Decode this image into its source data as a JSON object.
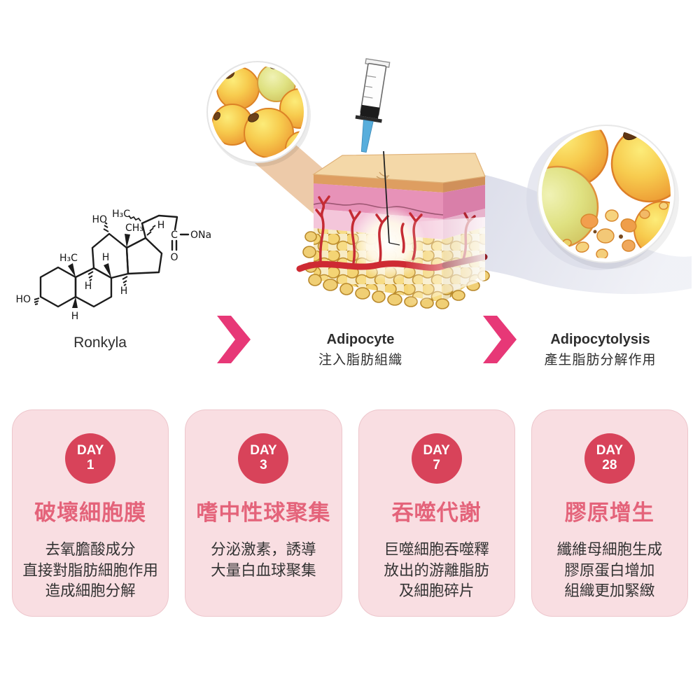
{
  "top": {
    "molecule": {
      "name": "Ronkyla"
    },
    "steps": [
      {
        "en": "Adipocyte",
        "zh": "注入脂肪組織"
      },
      {
        "en": "Adipocytolysis",
        "zh": "產生脂肪分解作用"
      }
    ]
  },
  "chem": {
    "labels": {
      "c21_methyl": "H₃C",
      "c12_hydroxyl": "HO",
      "c13_methyl": "CH₃",
      "c17_h": "H",
      "carboxyl_c": "C",
      "carboxyl_o": "O",
      "carboxyl_ona": "ONa",
      "c19_methyl": "H₃C",
      "c8_h": "H",
      "c9_h": "H",
      "c14_h": "H",
      "c5_h": "H",
      "c3_hydroxyl": "HO"
    }
  },
  "colors": {
    "accent_pink": "#E73877",
    "day_badge": "#D8435A",
    "card_bg": "#F9DEE2",
    "card_title": "#E4637A",
    "vessel_red": "#CE2A33"
  },
  "cards": [
    {
      "day_label": "DAY",
      "day_number": "1",
      "title": "破壞細胞膜",
      "body": [
        "去氧膽酸成分",
        "直接對脂肪細胞作用",
        "造成細胞分解"
      ]
    },
    {
      "day_label": "DAY",
      "day_number": "3",
      "title": "嗜中性球聚集",
      "body": [
        "分泌激素，誘導",
        "大量白血球聚集"
      ]
    },
    {
      "day_label": "DAY",
      "day_number": "7",
      "title": "吞噬代謝",
      "body": [
        "巨噬細胞吞噬釋",
        "放出的游離脂肪",
        "及細胞碎片"
      ]
    },
    {
      "day_label": "DAY",
      "day_number": "28",
      "title": "膠原增生",
      "body": [
        "纖維母細胞生成",
        "膠原蛋白增加",
        "組織更加緊緻"
      ]
    }
  ]
}
